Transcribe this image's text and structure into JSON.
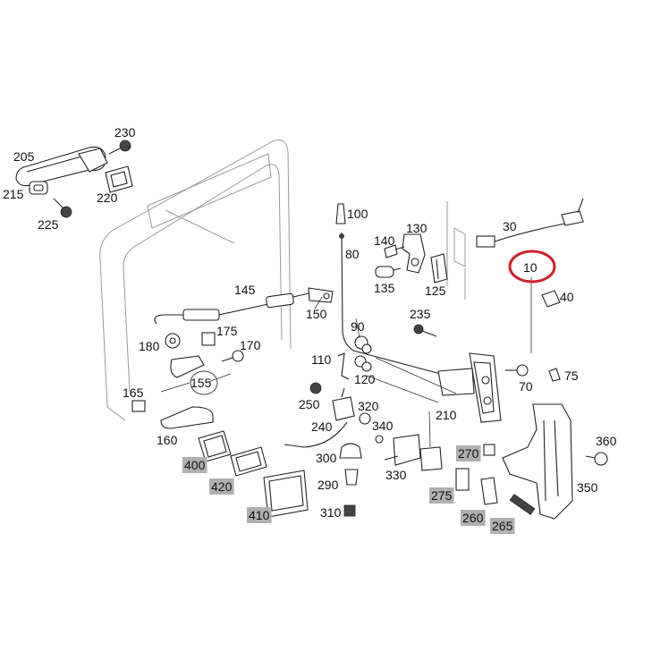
{
  "colors": {
    "highlight_bg": "#b0b0b0",
    "circle_highlight": "#d0202a",
    "stroke": "#222222"
  },
  "callouts": [
    {
      "id": "c205",
      "text": "205",
      "highlight": false,
      "circled": false
    },
    {
      "id": "c230",
      "text": "230",
      "highlight": false,
      "circled": false
    },
    {
      "id": "c215",
      "text": "215",
      "highlight": false,
      "circled": false
    },
    {
      "id": "c220",
      "text": "220",
      "highlight": false,
      "circled": false
    },
    {
      "id": "c225",
      "text": "225",
      "highlight": false,
      "circled": false
    },
    {
      "id": "c100",
      "text": "100",
      "highlight": false,
      "circled": false
    },
    {
      "id": "c130",
      "text": "130",
      "highlight": false,
      "circled": false
    },
    {
      "id": "c30",
      "text": "30",
      "highlight": false,
      "circled": false
    },
    {
      "id": "c140",
      "text": "140",
      "highlight": false,
      "circled": false
    },
    {
      "id": "c80",
      "text": "80",
      "highlight": false,
      "circled": false
    },
    {
      "id": "c10",
      "text": "10",
      "highlight": false,
      "circled": "red"
    },
    {
      "id": "c135",
      "text": "135",
      "highlight": false,
      "circled": false
    },
    {
      "id": "c125",
      "text": "125",
      "highlight": false,
      "circled": false
    },
    {
      "id": "c145",
      "text": "145",
      "highlight": false,
      "circled": false
    },
    {
      "id": "c40",
      "text": "40",
      "highlight": false,
      "circled": false
    },
    {
      "id": "c150",
      "text": "150",
      "highlight": false,
      "circled": false
    },
    {
      "id": "c235",
      "text": "235",
      "highlight": false,
      "circled": false
    },
    {
      "id": "c175",
      "text": "175",
      "highlight": false,
      "circled": false
    },
    {
      "id": "c90",
      "text": "90",
      "highlight": false,
      "circled": false
    },
    {
      "id": "c180",
      "text": "180",
      "highlight": false,
      "circled": false
    },
    {
      "id": "c170",
      "text": "170",
      "highlight": false,
      "circled": false
    },
    {
      "id": "c110",
      "text": "110",
      "highlight": false,
      "circled": false
    },
    {
      "id": "c75",
      "text": "75",
      "highlight": false,
      "circled": false
    },
    {
      "id": "c120",
      "text": "120",
      "highlight": false,
      "circled": false
    },
    {
      "id": "c70",
      "text": "70",
      "highlight": false,
      "circled": false
    },
    {
      "id": "c155",
      "text": "155",
      "highlight": false,
      "circled": "gray"
    },
    {
      "id": "c165",
      "text": "165",
      "highlight": false,
      "circled": false
    },
    {
      "id": "c250",
      "text": "250",
      "highlight": false,
      "circled": false
    },
    {
      "id": "c320",
      "text": "320",
      "highlight": false,
      "circled": false
    },
    {
      "id": "c210",
      "text": "210",
      "highlight": false,
      "circled": false
    },
    {
      "id": "c340",
      "text": "340",
      "highlight": false,
      "circled": false
    },
    {
      "id": "c160",
      "text": "160",
      "highlight": false,
      "circled": false
    },
    {
      "id": "c240",
      "text": "240",
      "highlight": false,
      "circled": false
    },
    {
      "id": "c360",
      "text": "360",
      "highlight": false,
      "circled": false
    },
    {
      "id": "c270",
      "text": "270",
      "highlight": true,
      "circled": false
    },
    {
      "id": "c300",
      "text": "300",
      "highlight": false,
      "circled": false
    },
    {
      "id": "c330",
      "text": "330",
      "highlight": false,
      "circled": false
    },
    {
      "id": "c400",
      "text": "400",
      "highlight": true,
      "circled": false
    },
    {
      "id": "c350",
      "text": "350",
      "highlight": false,
      "circled": false
    },
    {
      "id": "c420",
      "text": "420",
      "highlight": true,
      "circled": false
    },
    {
      "id": "c290",
      "text": "290",
      "highlight": false,
      "circled": false
    },
    {
      "id": "c275",
      "text": "275",
      "highlight": true,
      "circled": false
    },
    {
      "id": "c410",
      "text": "410",
      "highlight": true,
      "circled": false
    },
    {
      "id": "c310",
      "text": "310",
      "highlight": false,
      "circled": false
    },
    {
      "id": "c260",
      "text": "260",
      "highlight": true,
      "circled": false
    },
    {
      "id": "c265",
      "text": "265",
      "highlight": true,
      "circled": false
    }
  ]
}
